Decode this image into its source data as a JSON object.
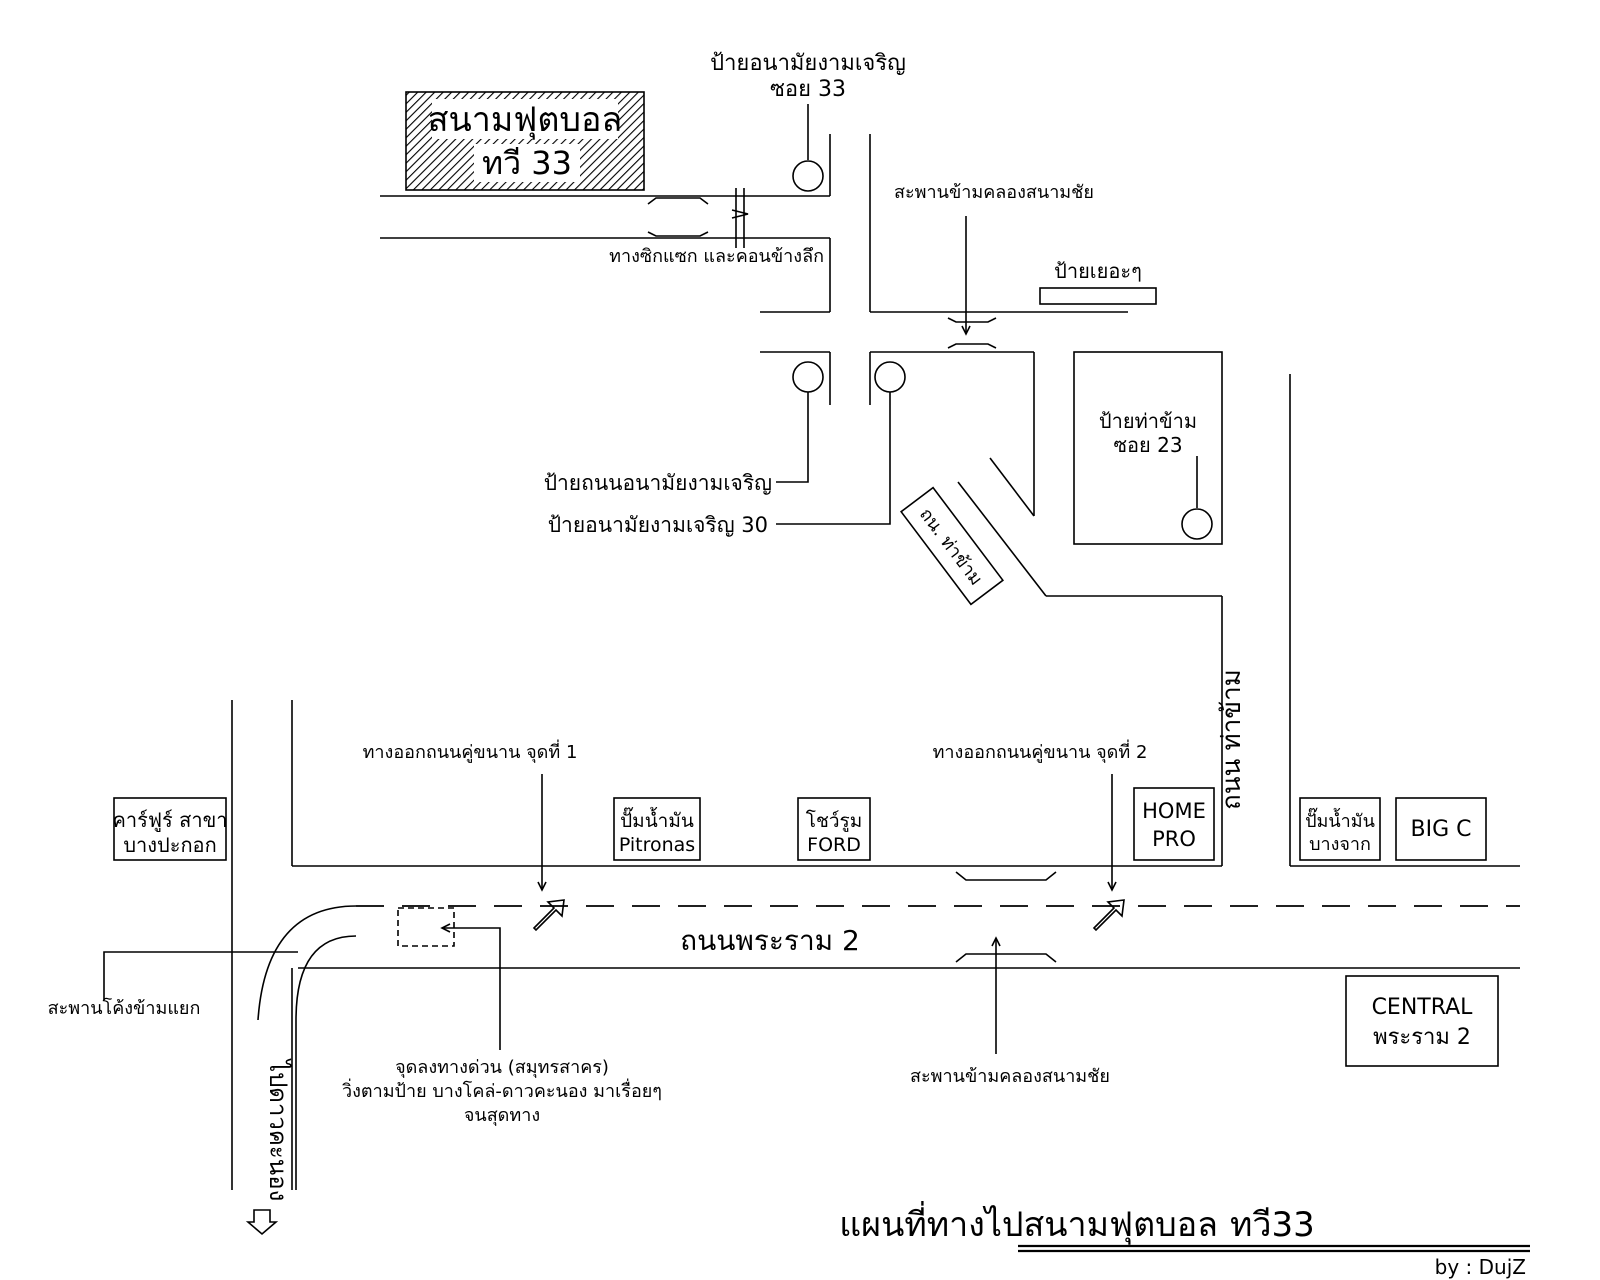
{
  "venue": {
    "name": "สนามฟุตบอล",
    "sub": "ทวี 33"
  },
  "title": {
    "main": "แผนที่ทางไปสนามฟุตบอล",
    "suffix": "ทวี33",
    "author": "by : DujZ"
  },
  "colors": {
    "ink": "#000000",
    "paper": "#ffffff"
  },
  "labels": {
    "soi33_line1": "ป้ายอนามัยงามเจริญ",
    "soi33_line2": "ซอย 33",
    "zigzag": "ทางซิกแซก และคอนข้างลึก",
    "bridge_top": "สะพานข้ามคลองสนามชัย",
    "many_signs": "ป้ายเยอะๆ",
    "ferry_line1": "ป้ายท่าข้าม",
    "ferry_line2": "ซอย 23",
    "road_sign": "ป้ายถนนอนามัยงามเจริญ",
    "sign30": "ป้ายอนามัยงามเจริญ 30",
    "diag_road": "ถน. ท่าข้าม",
    "vert_road": "ถนน ท่าข้าม",
    "exit1": "ทางออกถนนคู่ขนาน จุดที่ 1",
    "exit2": "ทางออกถนนคู่ขนาน จุดที่ 2",
    "carrefour_line1": "คาร์ฟูร์ สาขา",
    "carrefour_line2": "บางปะกอก",
    "petronas_line1": "ปั๊มน้ำมัน",
    "petronas_line2": "Pitronas",
    "ford_line1": "โชว์รูม",
    "ford_line2": "FORD",
    "homepro_line1": "HOME",
    "homepro_line2": "PRO",
    "bangchak_line1": "ปั๊มน้ำมัน",
    "bangchak_line2": "บางจาก",
    "bigc": "BIG C",
    "main_road": "ถนนพระราม 2",
    "flyover": "สะพานโค้งข้ามแยก",
    "to_city": "ไปดาวคะนอง",
    "expressway_line1": "จุดลงทางด่วน (สมุทรสาคร)",
    "expressway_line2": "วิ่งตามป้าย บางโคล่-ดาวคะนอง มาเรื่อยๆ",
    "expressway_line3": "จนสุดทาง",
    "bridge_bottom": "สะพานข้ามคลองสนามชัย",
    "central_line1": "CENTRAL",
    "central_line2": "พระราม 2"
  }
}
